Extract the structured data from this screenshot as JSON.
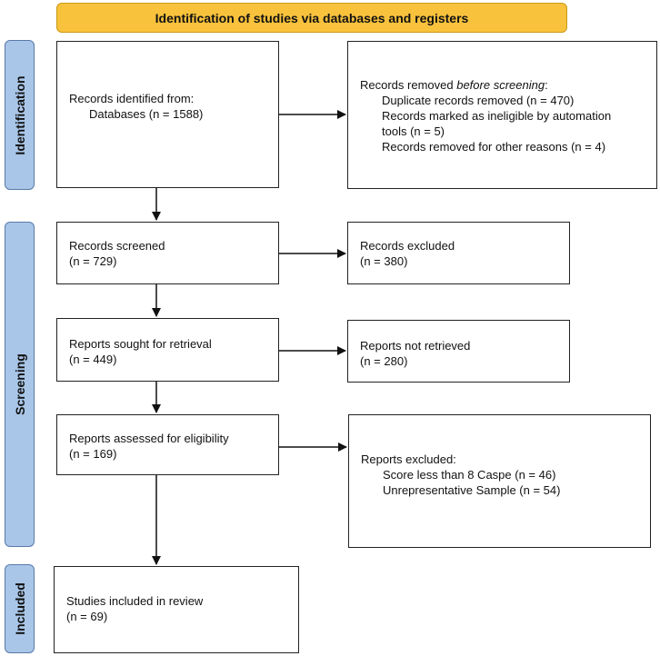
{
  "header": {
    "title": "Identification of studies via databases and registers"
  },
  "colors": {
    "header_fill": "#f9c23c",
    "phase_fill": "#a9c6e8",
    "border": "#222222"
  },
  "phases": {
    "identification": "Identification",
    "screening": "Screening",
    "included": "Included"
  },
  "identified": {
    "title": "Records identified from:",
    "databases": "Databases (n = 1588)"
  },
  "removed": {
    "title_prefix": "Records removed ",
    "title_emph": "before screening",
    "title_suffix": ":",
    "duplicates": "Duplicate records removed (n = 470)",
    "ineligible_line1": "Records marked as ineligible by automation",
    "ineligible_line2": "tools (n = 5)",
    "other": "Records removed for other reasons (n = 4)"
  },
  "screened": {
    "title": "Records screened",
    "count": "(n = 729)"
  },
  "excluded": {
    "title": "Records excluded",
    "count": "(n = 380)"
  },
  "sought": {
    "title": "Reports sought for retrieval",
    "count": "(n = 449)"
  },
  "not_retrieved": {
    "title": "Reports not retrieved",
    "count": "(n = 280)"
  },
  "assessed": {
    "title": "Reports assessed for eligibility",
    "count": "(n = 169)"
  },
  "reports_excluded": {
    "title": "Reports excluded:",
    "caspe": "Score less than 8 Caspe (n = 46)",
    "sample": "Unrepresentative Sample (n = 54)"
  },
  "included_box": {
    "title": "Studies included in review",
    "count": "(n = 69)"
  }
}
